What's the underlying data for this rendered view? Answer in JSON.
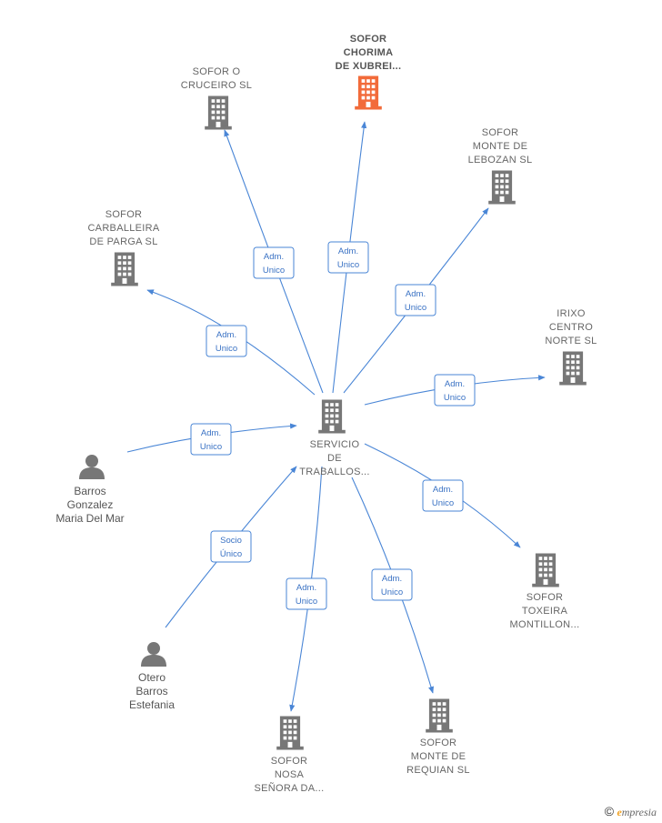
{
  "colors": {
    "edge": "#4a86d6",
    "building": "#777777",
    "building_highlight": "#f26b3a",
    "person": "#777777",
    "label": "#666666"
  },
  "nodes": [
    {
      "id": "center",
      "kind": "building",
      "icon": "building-icon",
      "lines": [
        "SERVICIO",
        "DE",
        "TRABALLOS..."
      ]
    },
    {
      "id": "chorima",
      "kind": "building",
      "highlight": true,
      "icon": "building-icon",
      "lines": [
        "SOFOR",
        "CHORIMA",
        "DE XUBREI..."
      ]
    },
    {
      "id": "cruceiro",
      "kind": "building",
      "icon": "building-icon",
      "lines": [
        "SOFOR O",
        "CRUCEIRO  SL"
      ]
    },
    {
      "id": "lebozan",
      "kind": "building",
      "icon": "building-icon",
      "lines": [
        "SOFOR",
        "MONTE DE",
        "LEBOZAN  SL"
      ]
    },
    {
      "id": "carballeira",
      "kind": "building",
      "icon": "building-icon",
      "lines": [
        "SOFOR",
        "CARBALLEIRA",
        "DE PARGA  SL"
      ]
    },
    {
      "id": "irixo",
      "kind": "building",
      "icon": "building-icon",
      "lines": [
        "IRIXO",
        "CENTRO",
        "NORTE  SL"
      ]
    },
    {
      "id": "barros",
      "kind": "person",
      "icon": "person-icon",
      "lines": [
        "Barros",
        "Gonzalez",
        "Maria Del Mar"
      ]
    },
    {
      "id": "toxeira",
      "kind": "building",
      "icon": "building-icon",
      "lines": [
        "SOFOR",
        "TOXEIRA",
        "MONTILLON..."
      ]
    },
    {
      "id": "otero",
      "kind": "person",
      "icon": "person-icon",
      "lines": [
        "Otero",
        "Barros",
        "Estefania"
      ]
    },
    {
      "id": "nosa",
      "kind": "building",
      "icon": "building-icon",
      "lines": [
        "SOFOR",
        "NOSA",
        "SEÑORA DA..."
      ]
    },
    {
      "id": "requian",
      "kind": "building",
      "icon": "building-icon",
      "lines": [
        "SOFOR",
        "MONTE DE",
        "REQUIAN  SL"
      ]
    }
  ],
  "edges": [
    {
      "from": "center",
      "to": "cruceiro",
      "label": [
        "Adm.",
        "Unico"
      ]
    },
    {
      "from": "center",
      "to": "chorima",
      "label": [
        "Adm.",
        "Unico"
      ]
    },
    {
      "from": "center",
      "to": "lebozan",
      "label": [
        "Adm.",
        "Unico"
      ]
    },
    {
      "from": "center",
      "to": "carballeira",
      "label": [
        "Adm.",
        "Unico"
      ]
    },
    {
      "from": "center",
      "to": "irixo",
      "label": [
        "Adm.",
        "Unico"
      ]
    },
    {
      "from": "barros",
      "to": "center",
      "label": [
        "Adm.",
        "Unico"
      ]
    },
    {
      "from": "center",
      "to": "toxeira",
      "label": [
        "Adm.",
        "Unico"
      ]
    },
    {
      "from": "otero",
      "to": "center",
      "label": [
        "Socio",
        "Único"
      ]
    },
    {
      "from": "center",
      "to": "nosa",
      "label": [
        "Adm.",
        "Unico"
      ]
    },
    {
      "from": "center",
      "to": "requian",
      "label": [
        "Adm.",
        "Unico"
      ]
    }
  ],
  "credit": {
    "symbol": "©",
    "brand_initial": "e",
    "brand_rest": "mpresia"
  }
}
